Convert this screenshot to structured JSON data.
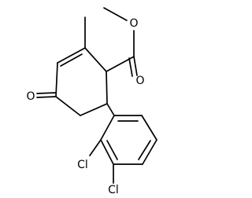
{
  "molecule": {
    "atoms": {
      "ester_carbonyl_oxygen": "O",
      "ester_ether_oxygen": "O",
      "ketone_oxygen": "O",
      "chlorine_ortho": "Cl",
      "chlorine_meta": "Cl"
    }
  }
}
